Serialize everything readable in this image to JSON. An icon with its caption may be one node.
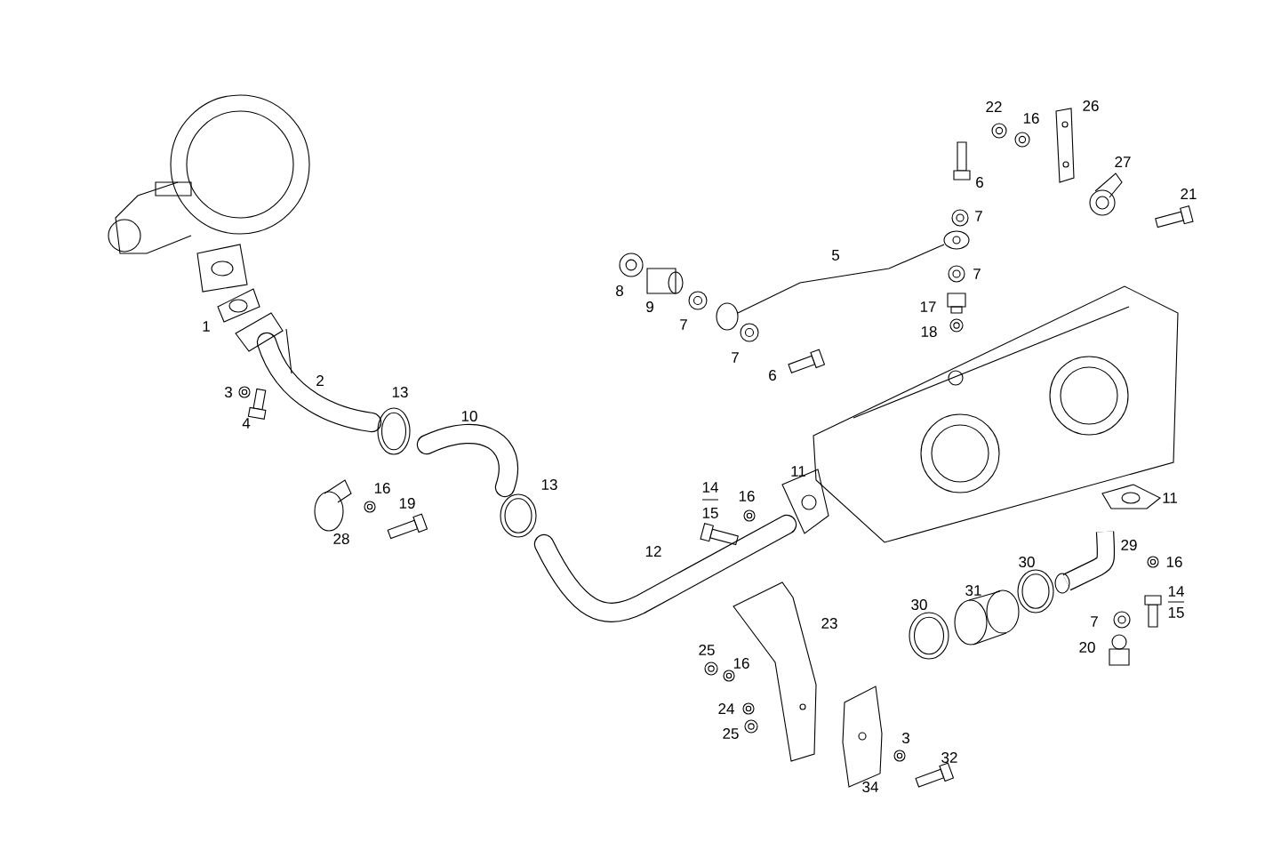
{
  "diagram": {
    "labels": [
      "22",
      "16",
      "26",
      "6",
      "27",
      "7",
      "21",
      "5",
      "8",
      "7",
      "9",
      "17",
      "1",
      "7",
      "18",
      "7",
      "2",
      "6",
      "3",
      "13",
      "10",
      "4",
      "11",
      "13",
      "14",
      "16",
      "11",
      "16",
      "15",
      "19",
      "28",
      "12",
      "29",
      "30",
      "16",
      "14",
      "30",
      "31",
      "15",
      "23",
      "7",
      "25",
      "20",
      "16",
      "24",
      "25",
      "3",
      "32",
      "34"
    ]
  }
}
